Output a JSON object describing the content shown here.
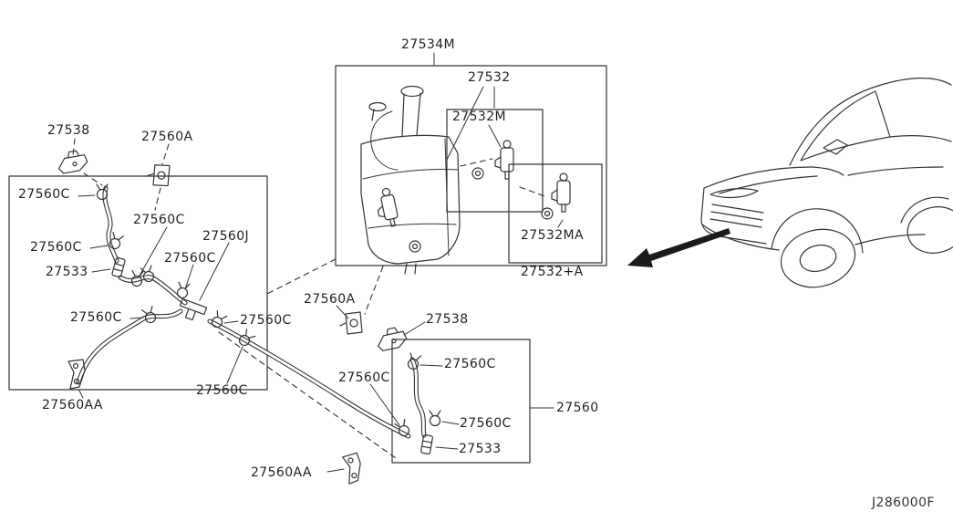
{
  "diagram": {
    "code": "J286000F",
    "colors": {
      "background": "#ffffff",
      "line": "#333333",
      "text": "#222222",
      "arrow": "#1a1a1a"
    },
    "labels": [
      {
        "text": "27534M"
      },
      {
        "text": "27532"
      },
      {
        "text": "27532M"
      },
      {
        "text": "27532MA"
      },
      {
        "text": "27532+A"
      },
      {
        "text": "27538"
      },
      {
        "text": "27560A"
      },
      {
        "text": "27560C"
      },
      {
        "text": "27560C"
      },
      {
        "text": "27560C"
      },
      {
        "text": "27533"
      },
      {
        "text": "27560J"
      },
      {
        "text": "27560C"
      },
      {
        "text": "27560C"
      },
      {
        "text": "27560C"
      },
      {
        "text": "27560A"
      },
      {
        "text": "27538"
      },
      {
        "text": "27560C"
      },
      {
        "text": "27560C"
      },
      {
        "text": "27560C"
      },
      {
        "text": "27560AA"
      },
      {
        "text": "27560C"
      },
      {
        "text": "27560"
      },
      {
        "text": "27533"
      },
      {
        "text": "27560AA"
      }
    ]
  }
}
